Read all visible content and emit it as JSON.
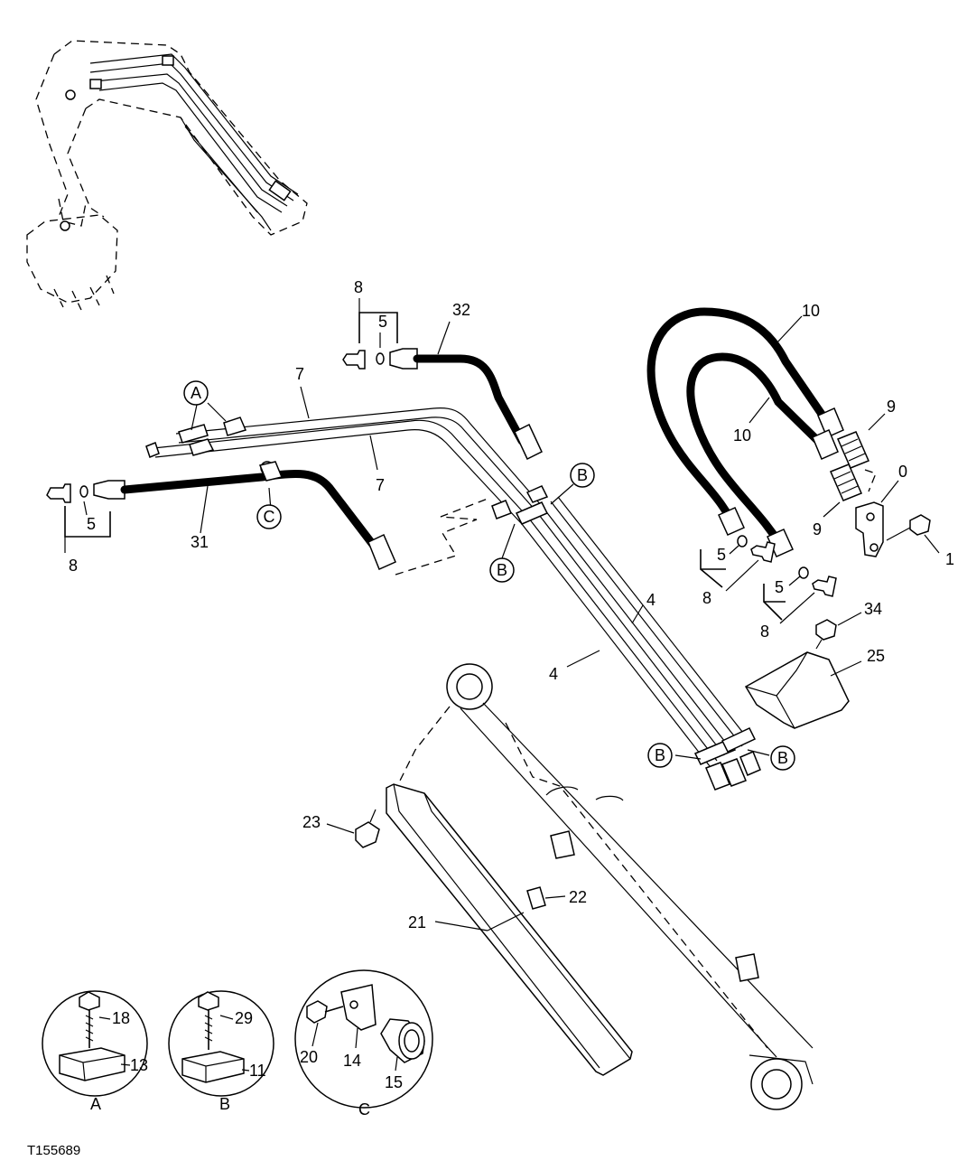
{
  "figure_id": "T155689",
  "callouts": {
    "c1": "1",
    "c0": "0",
    "c4a": "4",
    "c4b": "4",
    "c5a": "5",
    "c5b": "5",
    "c5c": "5",
    "c5d": "5",
    "c7a": "7",
    "c7b": "7",
    "c8a": "8",
    "c8b": "8",
    "c8c": "8",
    "c8d": "8",
    "c9a": "9",
    "c9b": "9",
    "c10a": "10",
    "c10b": "10",
    "c21": "21",
    "c22": "22",
    "c23": "23",
    "c25": "25",
    "c31": "31",
    "c32": "32",
    "c34": "34"
  },
  "markers": {
    "a_top": "A",
    "b1": "B",
    "b2": "B",
    "b3": "B",
    "b4": "B",
    "c_clamp": "C"
  },
  "details": {
    "a": {
      "label": "A",
      "bolt": "18",
      "clamp": "13"
    },
    "b": {
      "label": "B",
      "bolt": "29",
      "clamp": "11"
    },
    "c": {
      "label": "C",
      "bolt": "20",
      "bracket": "14",
      "bushing": "15"
    }
  }
}
